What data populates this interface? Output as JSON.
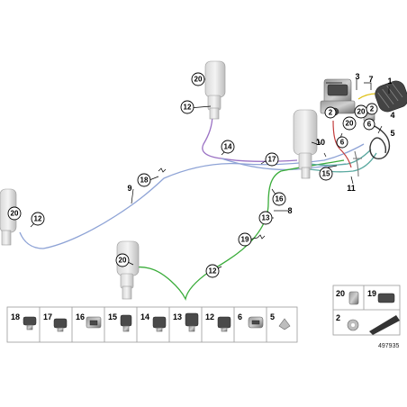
{
  "diagram_id": "497935",
  "main_labels": {
    "l1": "1",
    "l3": "3",
    "l4": "4",
    "l5": "5",
    "l7": "7",
    "l8": "8",
    "l9": "9",
    "l10": "10",
    "l11": "11"
  },
  "callouts": {
    "c20_top": "20",
    "c12_top": "12",
    "c14": "14",
    "c17": "17",
    "c18": "18",
    "c20_left": "20",
    "c12_left": "12",
    "c20_comp": "20",
    "c2_a": "2",
    "c2_b": "2",
    "c6_comp": "6",
    "c20_mid": "20",
    "c6_red": "6",
    "c15": "15",
    "c16": "16",
    "c13": "13",
    "c19": "19",
    "c20_low": "20",
    "c12_low": "12"
  },
  "parts_row": [
    "18",
    "17",
    "16",
    "15",
    "14",
    "13",
    "12",
    "6",
    "5"
  ],
  "parts_right_top": [
    "20",
    "19"
  ],
  "parts_right_bottom": [
    "2"
  ]
}
